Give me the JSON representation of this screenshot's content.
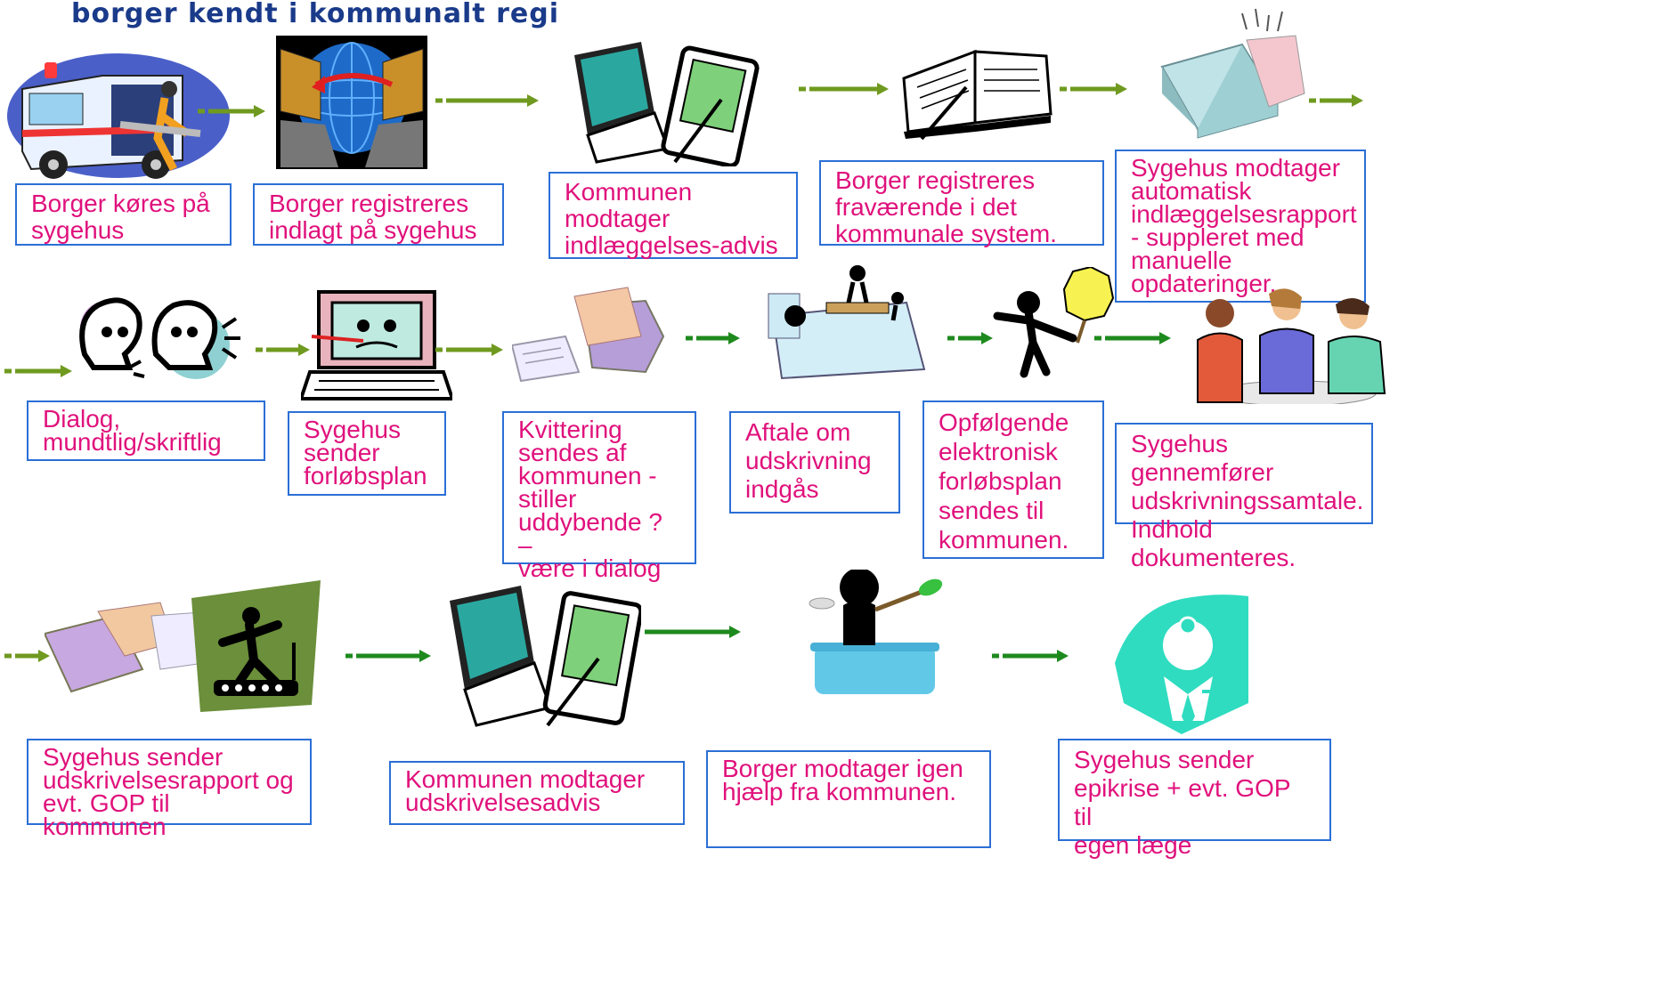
{
  "title": "borger kendt i kommunalt regi",
  "colors": {
    "text": "#e0117c",
    "border": "#2b6fd6",
    "title": "#1a3a8a",
    "arrow": "#5f8f1e",
    "arrow_green": "#1e8a1e"
  },
  "steps": [
    {
      "label": "Borger køres på\nsygehus",
      "icon": "ambulance-icon"
    },
    {
      "label": "Borger registreres\nindlagt på sygehus",
      "icon": "network-transfer-icon"
    },
    {
      "label": "Kommunen\nmodtager\nindlæggelses-advis",
      "icon": "computer-pda-icon"
    },
    {
      "label": "Borger registreres\nfraværende i det\nkommunale system.",
      "icon": "open-book-icon"
    },
    {
      "label": "Sygehus modtager\nautomatisk\nindlæggelsesrapport\n- suppleret med\nmanuelle\nopdateringer.",
      "icon": "fax-machine-icon"
    },
    {
      "label": "Dialog,\nmundtlig/skriftlig",
      "icon": "talking-heads-icon"
    },
    {
      "label": "Sygehus\nsender\nforløbsplan",
      "icon": "sick-computer-icon"
    },
    {
      "label": "Kvittering\nsendes af\nkommunen -\nstiller\nuddybende ? –\nvære i dialog",
      "icon": "mail-printer-icon"
    },
    {
      "label": "Aftale om\nudskrivning\nindgås",
      "icon": "bed-breakfast-icon"
    },
    {
      "label": "Opfølgende\nelektronisk\nforløbsplan\nsendes til\nkommunen.",
      "icon": "stop-sign-person-icon"
    },
    {
      "label": "Sygehus gennemfører\nudskrivningssamtale.\nIndhold dokumenteres.",
      "icon": "meeting-people-icon"
    },
    {
      "label": "Sygehus sender\nudskrivelsesrapport og\nevt. GOP til kommunen",
      "icon": "fax-treadmill-icon"
    },
    {
      "label": "Kommunen modtager\nudskrivelsesadvis",
      "icon": "computer-pda-icon"
    },
    {
      "label": "Borger modtager igen\nhjælp fra kommunen.",
      "icon": "bathtub-icon"
    },
    {
      "label": "Sygehus sender\nepikrise + evt. GOP til\negen læge",
      "icon": "doctor-icon"
    }
  ]
}
